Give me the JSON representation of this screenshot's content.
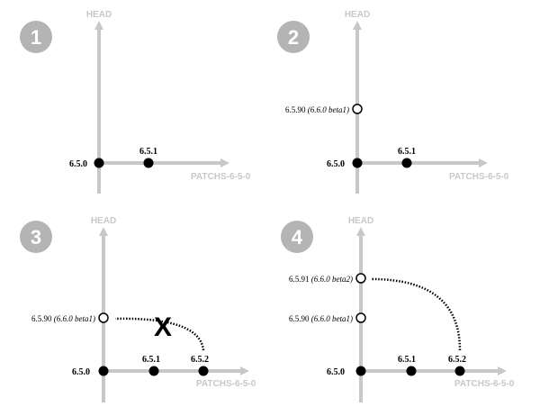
{
  "panels": [
    {
      "number": "1",
      "head_label": "HEAD",
      "branch_label": "PATCHS-6-5-0",
      "nodes": [
        {
          "label": "6.5.0",
          "filled": true
        },
        {
          "label": "6.5.1",
          "filled": true
        }
      ]
    },
    {
      "number": "2",
      "head_label": "HEAD",
      "branch_label": "PATCHS-6-5-0",
      "trunk_node": {
        "version": "6.5.90",
        "tag": "(6.6.0 beta1)"
      },
      "nodes": [
        {
          "label": "6.5.0",
          "filled": true
        },
        {
          "label": "6.5.1",
          "filled": true
        }
      ]
    },
    {
      "number": "3",
      "head_label": "HEAD",
      "branch_label": "PATCHS-6-5-0",
      "trunk_node": {
        "version": "6.5.90",
        "tag": "(6.6.0 beta1)"
      },
      "nodes": [
        {
          "label": "6.5.0",
          "filled": true
        },
        {
          "label": "6.5.1",
          "filled": true
        },
        {
          "label": "6.5.2",
          "filled": true
        }
      ],
      "rejected_mark": "X"
    },
    {
      "number": "4",
      "head_label": "HEAD",
      "branch_label": "PATCHS-6-5-0",
      "trunk_nodes": [
        {
          "version": "6.5.91",
          "tag": "(6.6.0 beta2)"
        },
        {
          "version": "6.5.90",
          "tag": "(6.6.0 beta1)"
        }
      ],
      "nodes": [
        {
          "label": "6.5.0",
          "filled": true
        },
        {
          "label": "6.5.1",
          "filled": true
        },
        {
          "label": "6.5.2",
          "filled": true
        }
      ]
    }
  ],
  "colors": {
    "axis": "#c8c8c8",
    "axis_label": "#c8c8c8",
    "badge": "#b4b4b4",
    "node_fill": "#000000",
    "node_open_fill": "#ffffff",
    "text": "#000000",
    "merge_line": "#000000"
  }
}
